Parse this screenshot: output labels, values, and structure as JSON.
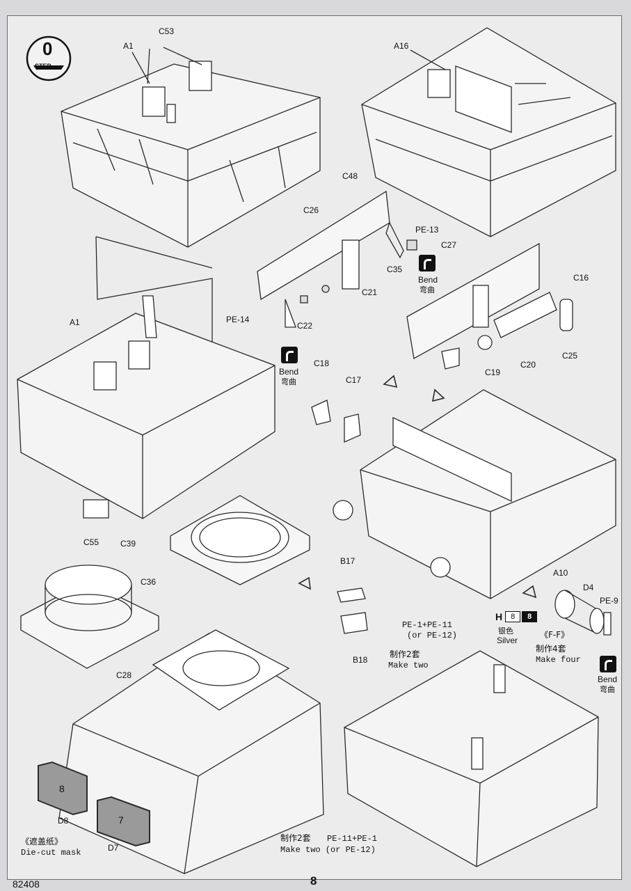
{
  "step": {
    "number": "0",
    "word": "STEP"
  },
  "labels": {
    "a1_top": "A1",
    "c53": "C53",
    "a16": "A16",
    "c48": "C48",
    "c26": "C26",
    "pe13": "PE-13",
    "c27": "C27",
    "c35": "C35",
    "c21": "C21",
    "pe14": "PE-14",
    "c22": "C22",
    "c16": "C16",
    "c19": "C19",
    "c20": "C20",
    "c25": "C25",
    "a1_mid": "A1",
    "c18": "C18",
    "c17": "C17",
    "c55": "C55",
    "c39": "C39",
    "c36": "C36",
    "b17": "B17",
    "b18": "B18",
    "a10": "A10",
    "d4": "D4",
    "pe9": "PE-9",
    "c28": "C28",
    "d8": "D8",
    "d7": "D7",
    "mask8": "8",
    "mask7": "7"
  },
  "bend": {
    "en": "Bend",
    "cn": "弯曲"
  },
  "paint": {
    "letter": "H",
    "code_a": "8",
    "code_b": "8",
    "cn": "银色",
    "en": "Silver"
  },
  "notes": {
    "pe_combo": "PE-1+PE-11",
    "pe_combo_alt": "(or PE-12)",
    "make_two_cn": "制作2套",
    "make_two_en": "Make two",
    "ff_label": "《F-F》",
    "make_four_cn": "制作4套",
    "make_four_en": "Make four",
    "mask_cn": "《遮盖纸》",
    "mask_en": "Die-cut mask",
    "bottom_cn": "制作2套",
    "bottom_combo": "PE-11+PE-1",
    "bottom_en": "Make two (or PE-12)"
  },
  "footer": {
    "kit_code": "82408",
    "page_number": "8"
  }
}
